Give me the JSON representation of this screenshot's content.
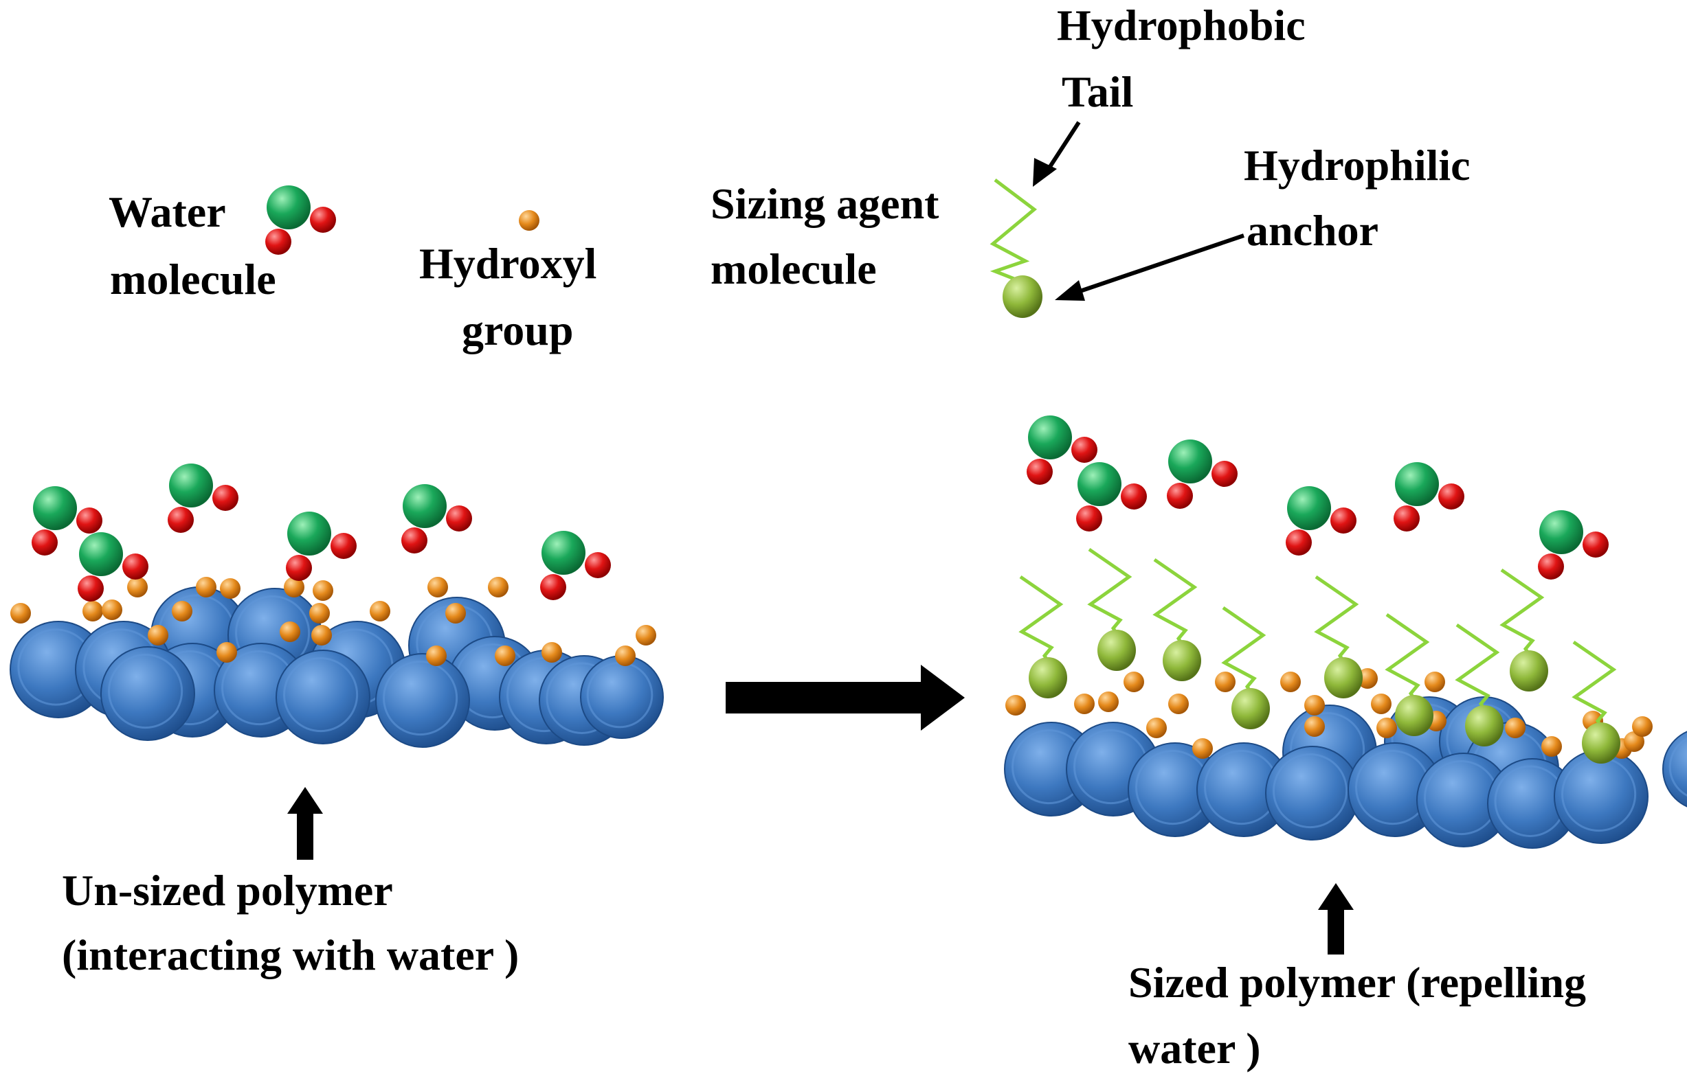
{
  "legend": {
    "water": [
      "Water",
      "molecule"
    ],
    "hydroxyl": [
      "Hydroxyl",
      "group"
    ],
    "sizing_agent": [
      "Sizing agent",
      "molecule"
    ],
    "hydrophobic_tail": [
      "Hydrophobic",
      "Tail"
    ],
    "hydrophilic_anchor": [
      "Hydrophilic",
      "anchor"
    ]
  },
  "captions": {
    "unsized": [
      "Un-sized polymer",
      "(interacting with water )"
    ],
    "sized": [
      "Sized polymer (repelling",
      "water )"
    ]
  },
  "colors": {
    "polymer": "#3d78c0",
    "water_oxygen": "#1aa85a",
    "water_hydrogen": "#e01414",
    "hydroxyl": "#e58a1c",
    "anchor": "#8fb83a",
    "tail": "#8cd43c",
    "arrow": "#000000"
  }
}
